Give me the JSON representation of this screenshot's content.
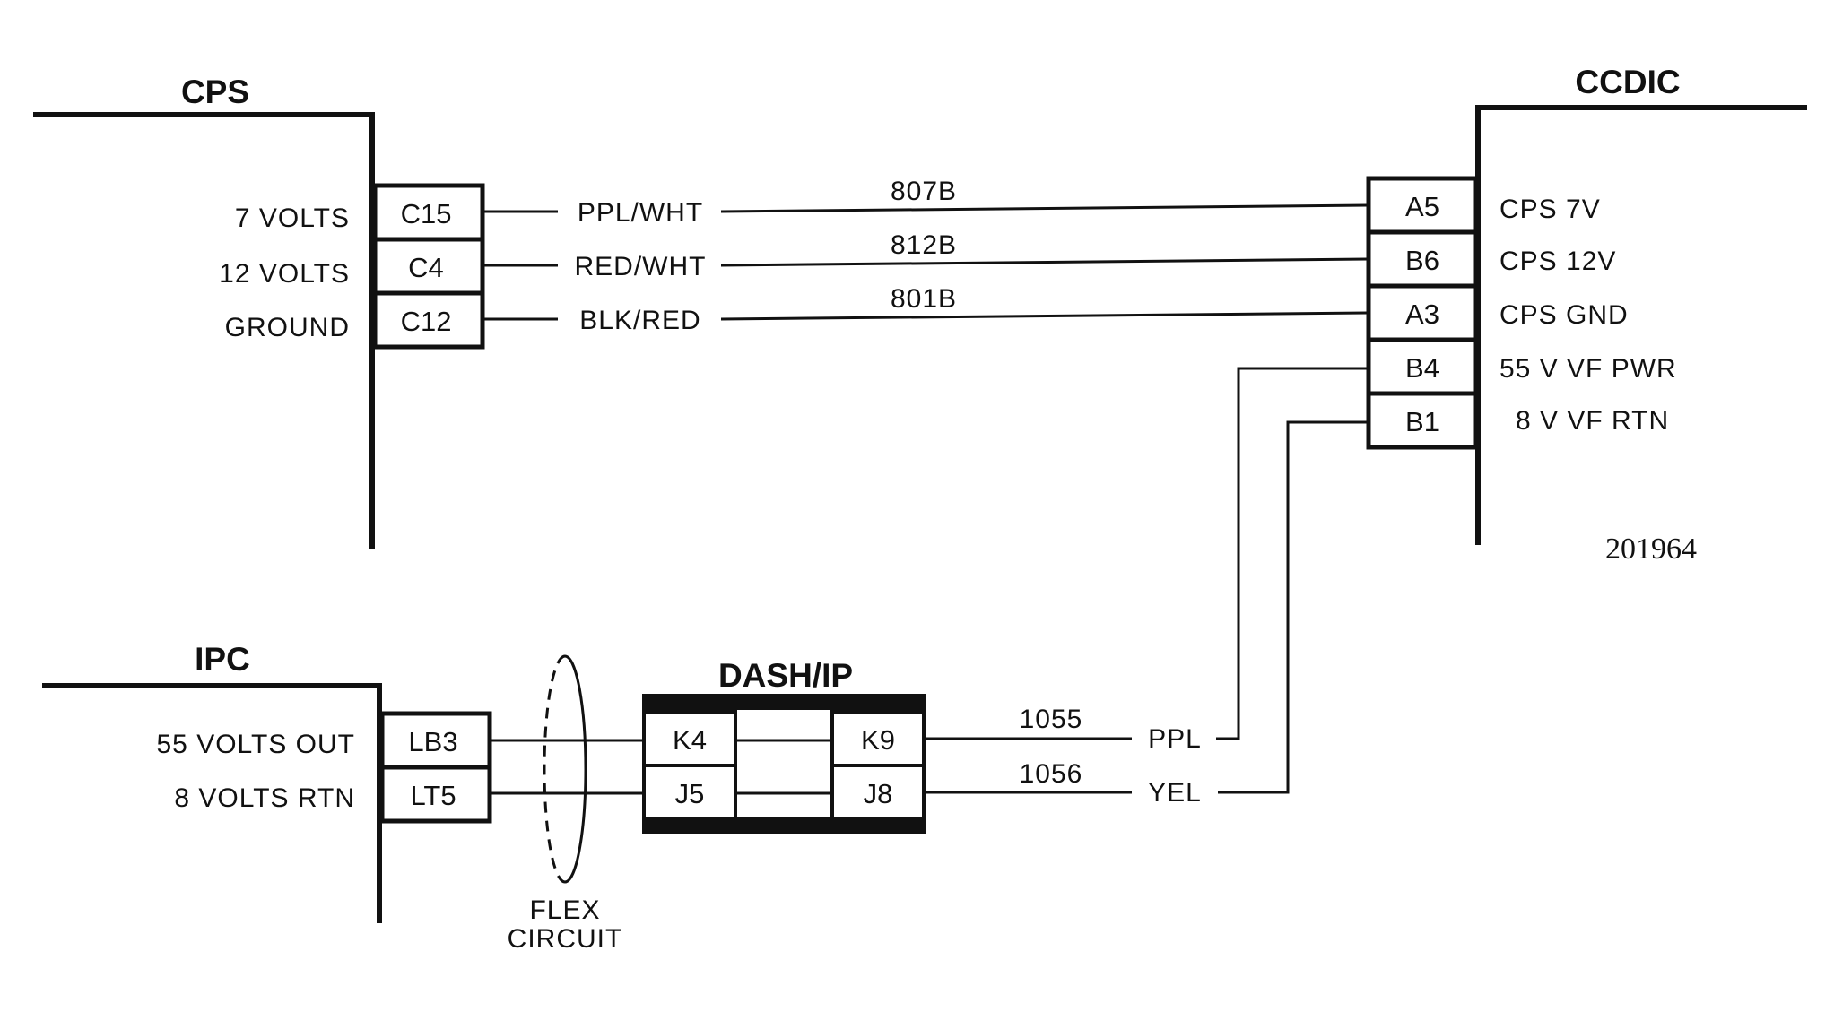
{
  "modules": {
    "cps": {
      "title": "CPS",
      "rows": [
        {
          "label": "7 VOLTS",
          "pin": "C15"
        },
        {
          "label": "12 VOLTS",
          "pin": "C4"
        },
        {
          "label": "GROUND",
          "pin": "C12"
        }
      ]
    },
    "ccdic": {
      "title": "CCDIC",
      "rows": [
        {
          "pin": "A5",
          "label": "CPS 7V"
        },
        {
          "pin": "B6",
          "label": "CPS 12V"
        },
        {
          "pin": "A3",
          "label": "CPS GND"
        },
        {
          "pin": "B4",
          "label": "55 V VF PWR"
        },
        {
          "pin": "B1",
          "label": "8 V VF RTN"
        }
      ]
    },
    "ipc": {
      "title": "IPC",
      "rows": [
        {
          "label": "55 VOLTS OUT",
          "pin": "LB3"
        },
        {
          "label": "8 VOLTS RTN",
          "pin": "LT5"
        }
      ]
    },
    "dash": {
      "title": "DASH/IP",
      "rows": [
        {
          "left_pin": "K4",
          "right_pin": "K9"
        },
        {
          "left_pin": "J5",
          "right_pin": "J8"
        }
      ]
    }
  },
  "wires": [
    {
      "color": "PPL/WHT",
      "circuit": "807B"
    },
    {
      "color": "RED/WHT",
      "circuit": "812B"
    },
    {
      "color": "BLK/RED",
      "circuit": "801B"
    },
    {
      "color": "PPL",
      "circuit": "1055"
    },
    {
      "color": "YEL",
      "circuit": "1056"
    }
  ],
  "flex": {
    "line1": "FLEX",
    "line2": "CIRCUIT"
  },
  "figure_number": "201964"
}
